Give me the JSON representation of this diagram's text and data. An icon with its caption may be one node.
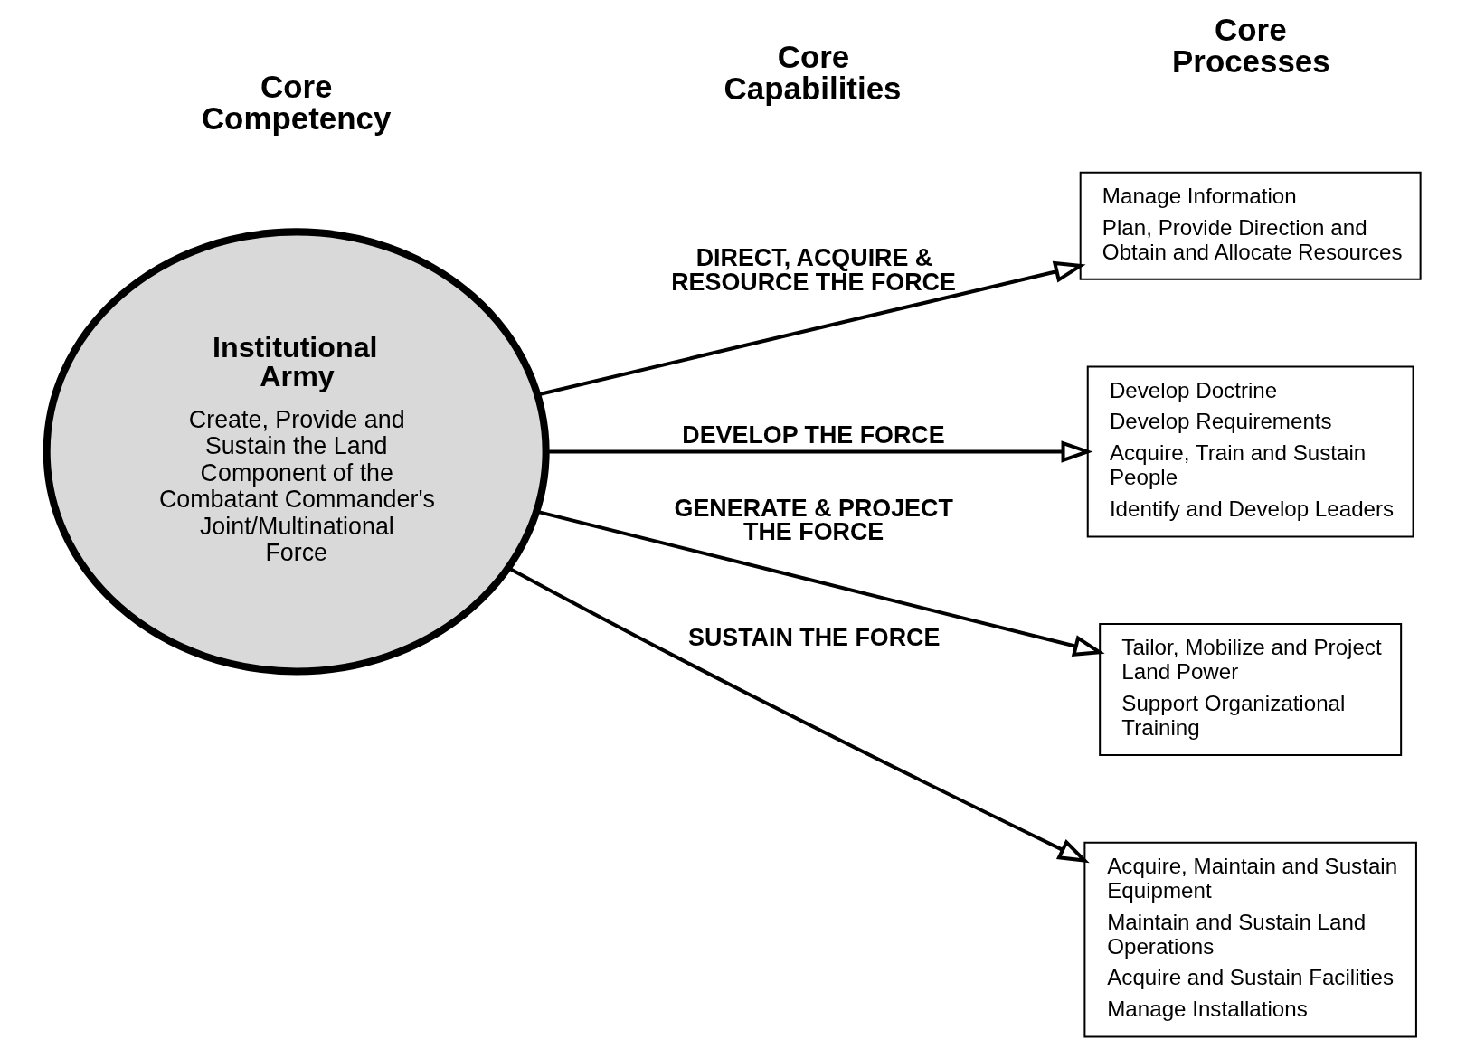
{
  "diagram": {
    "nodes": [
      {
        "text": [
          "Institutional Army",
          "Create, Provide and Sustain the Land Component of the Combatant Commander's Joint/Multinational Force"
        ]
      },
      {
        "text": [
          "Manage Information",
          "Plan, Provide Direction and Obtain and Allocate Resources"
        ]
      },
      {
        "text": [
          "Develop Doctrine",
          "Develop Requirements",
          "Acquire, Train and Sustain People",
          "Identify and Develop Leaders"
        ]
      },
      {
        "text": [
          "Tailor, Mobilize and Project Land Power",
          "Support Organizational Training"
        ]
      },
      {
        "text": [
          "Acquire, Maintain and Sustain Equipment",
          "Maintain and Sustain Land Operations",
          "Acquire and Sustain Facilities",
          "Manage Installations"
        ]
      }
    ],
    "edges": [
      {
        "from": 0,
        "to": 1,
        "arrow": "to",
        "label": "DIRECT, ACQUIRE & RESOURCE THE FORCE"
      },
      {
        "from": 0,
        "to": 2,
        "arrow": "to",
        "label": "DEVELOP THE FORCE"
      },
      {
        "from": 0,
        "to": 3,
        "arrow": "to",
        "label": "GENERATE & PROJECT THE FORCE"
      },
      {
        "from": 0,
        "to": 4,
        "arrow": "to",
        "label": "SUSTAIN THE FORCE"
      }
    ],
    "labels": [
      "Core Competency",
      "Core Capabilities",
      "Core Processes"
    ]
  }
}
